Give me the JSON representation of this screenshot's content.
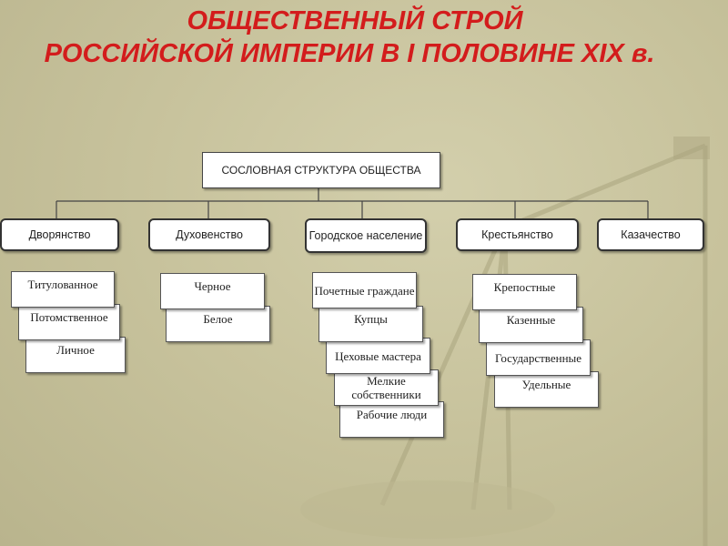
{
  "title": {
    "line1": "ОБЩЕСТВЕННЫЙ СТРОЙ",
    "line2": "РОССИЙСКОЙ ИМПЕРИИ В I ПОЛОВИНЕ XIX в."
  },
  "root": {
    "label": "СОСЛОВНАЯ СТРУКТУРА ОБЩЕСТВА"
  },
  "estates": [
    {
      "label": "Дворянство",
      "children": [
        "Титулованное",
        "Потомственное",
        "Личное"
      ]
    },
    {
      "label": "Духовенство",
      "children": [
        "Черное",
        "Белое"
      ]
    },
    {
      "label": "Городское население",
      "children": [
        "Почетные граждане",
        "Купцы",
        "Цеховые мастера",
        "Мелкие собственники",
        "Рабочие люди"
      ]
    },
    {
      "label": "Крестьянство",
      "children": [
        "Крепостные",
        "Казенные",
        "Государственные",
        "Удельные"
      ]
    },
    {
      "label": "Казачество",
      "children": []
    }
  ],
  "colors": {
    "title": "#d31c1c",
    "background": "#c8c39d",
    "box": "#ffffff"
  }
}
